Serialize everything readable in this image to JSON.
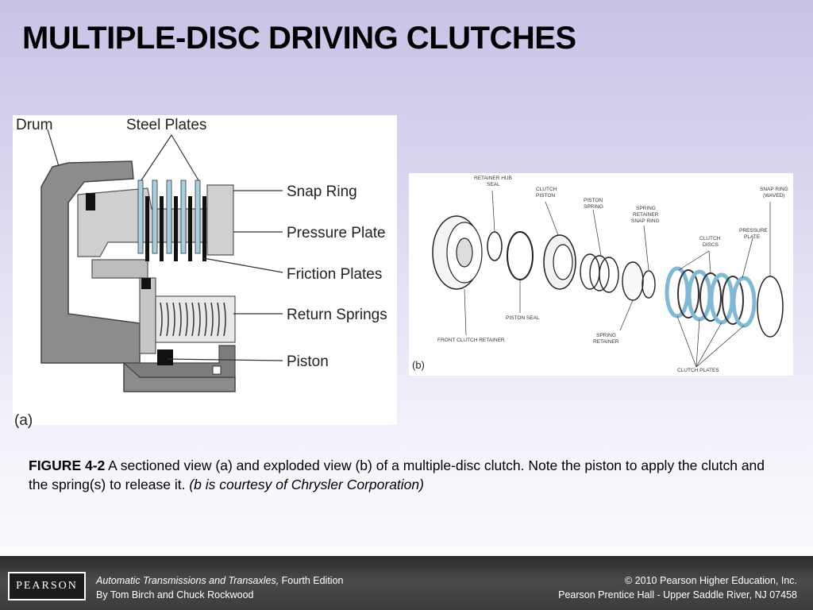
{
  "title": "MULTIPLE-DISC DRIVING CLUTCHES",
  "figure_a": {
    "panel_label": "(a)",
    "labels": {
      "drum": "Drum",
      "steel_plates": "Steel Plates",
      "snap_ring": "Snap Ring",
      "pressure_plate": "Pressure Plate",
      "friction_plates": "Friction Plates",
      "return_springs": "Return Springs",
      "piston": "Piston"
    }
  },
  "figure_b": {
    "panel_label": "(b)",
    "labels": {
      "retainer_hub_seal_1": "RETAINER HUB",
      "retainer_hub_seal_2": "SEAL",
      "clutch_piston_1": "CLUTCH",
      "clutch_piston_2": "PISTON",
      "piston_spring_1": "PISTON",
      "piston_spring_2": "SPRING",
      "spring_retainer_snap_ring_1": "SPRING",
      "spring_retainer_snap_ring_2": "RETAINER",
      "spring_retainer_snap_ring_3": "SNAP RING",
      "clutch_discs_1": "CLUTCH",
      "clutch_discs_2": "DISCS",
      "pressure_plate_1": "PRESSURE",
      "pressure_plate_2": "PLATE",
      "snap_ring_waved_1": "SNAP RING",
      "snap_ring_waved_2": "(WAVED)",
      "front_clutch_retainer": "FRONT CLUTCH RETAINER",
      "piston_seal": "PISTON SEAL",
      "spring_retainer_1": "SPRING",
      "spring_retainer_2": "RETAINER",
      "clutch_plates": "CLUTCH PLATES"
    }
  },
  "caption": {
    "label": "FIGURE 4-2",
    "text": " A sectioned view (a) and exploded view (b) of a multiple-disc clutch. Note the piston to apply the clutch and the spring(s) to release it. ",
    "credit": "(b is courtesy of Chrysler Corporation)"
  },
  "footer": {
    "logo": "PEARSON",
    "book_title": "Automatic Transmissions and Transaxles,",
    "edition": " Fourth Edition",
    "authors": "By Tom Birch and Chuck Rockwood",
    "copyright": "© 2010 Pearson Higher Education, Inc.",
    "publisher": "Pearson Prentice Hall - Upper Saddle River, NJ 07458"
  },
  "colors": {
    "housing": "#8a8a8a",
    "steel_plate": "#a6d0e0",
    "friction_plate": "#111111",
    "disc_blue": "#7fb9d6"
  }
}
